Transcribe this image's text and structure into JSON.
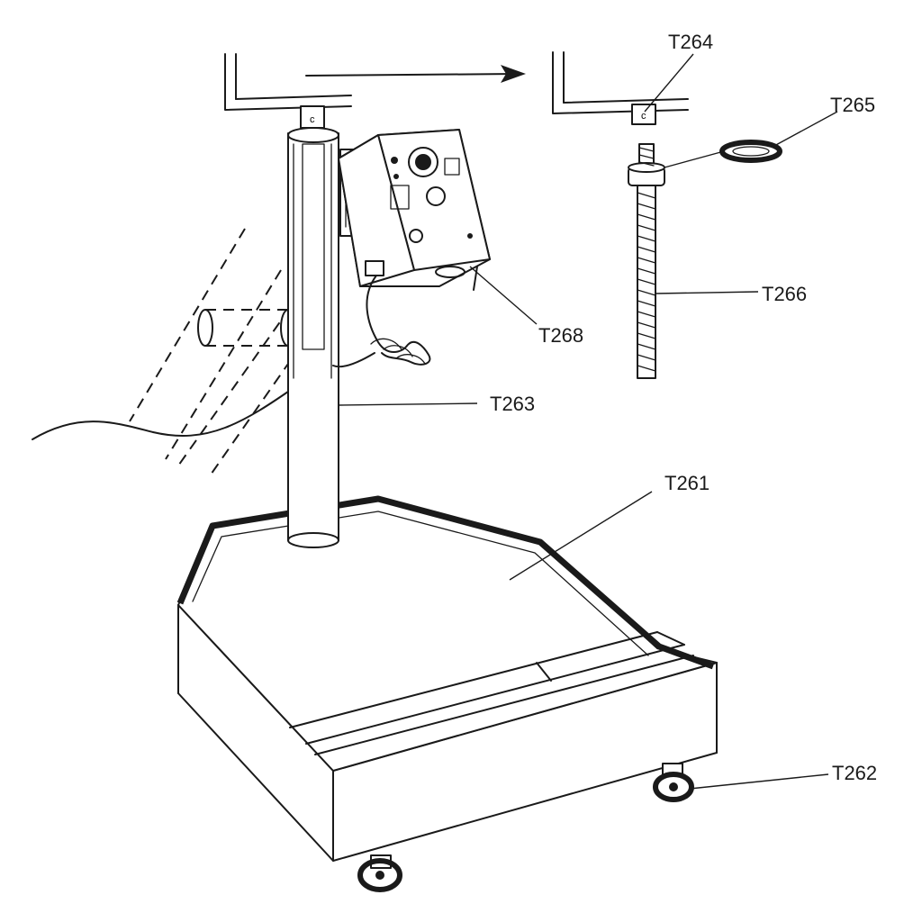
{
  "callouts": {
    "t261": "T261",
    "t262": "T262",
    "t263": "T263",
    "t264": "T264",
    "t265": "T265",
    "t266": "T266",
    "t268": "T268"
  },
  "colors": {
    "ink": "#1a1a1a",
    "paper": "#ffffff"
  }
}
